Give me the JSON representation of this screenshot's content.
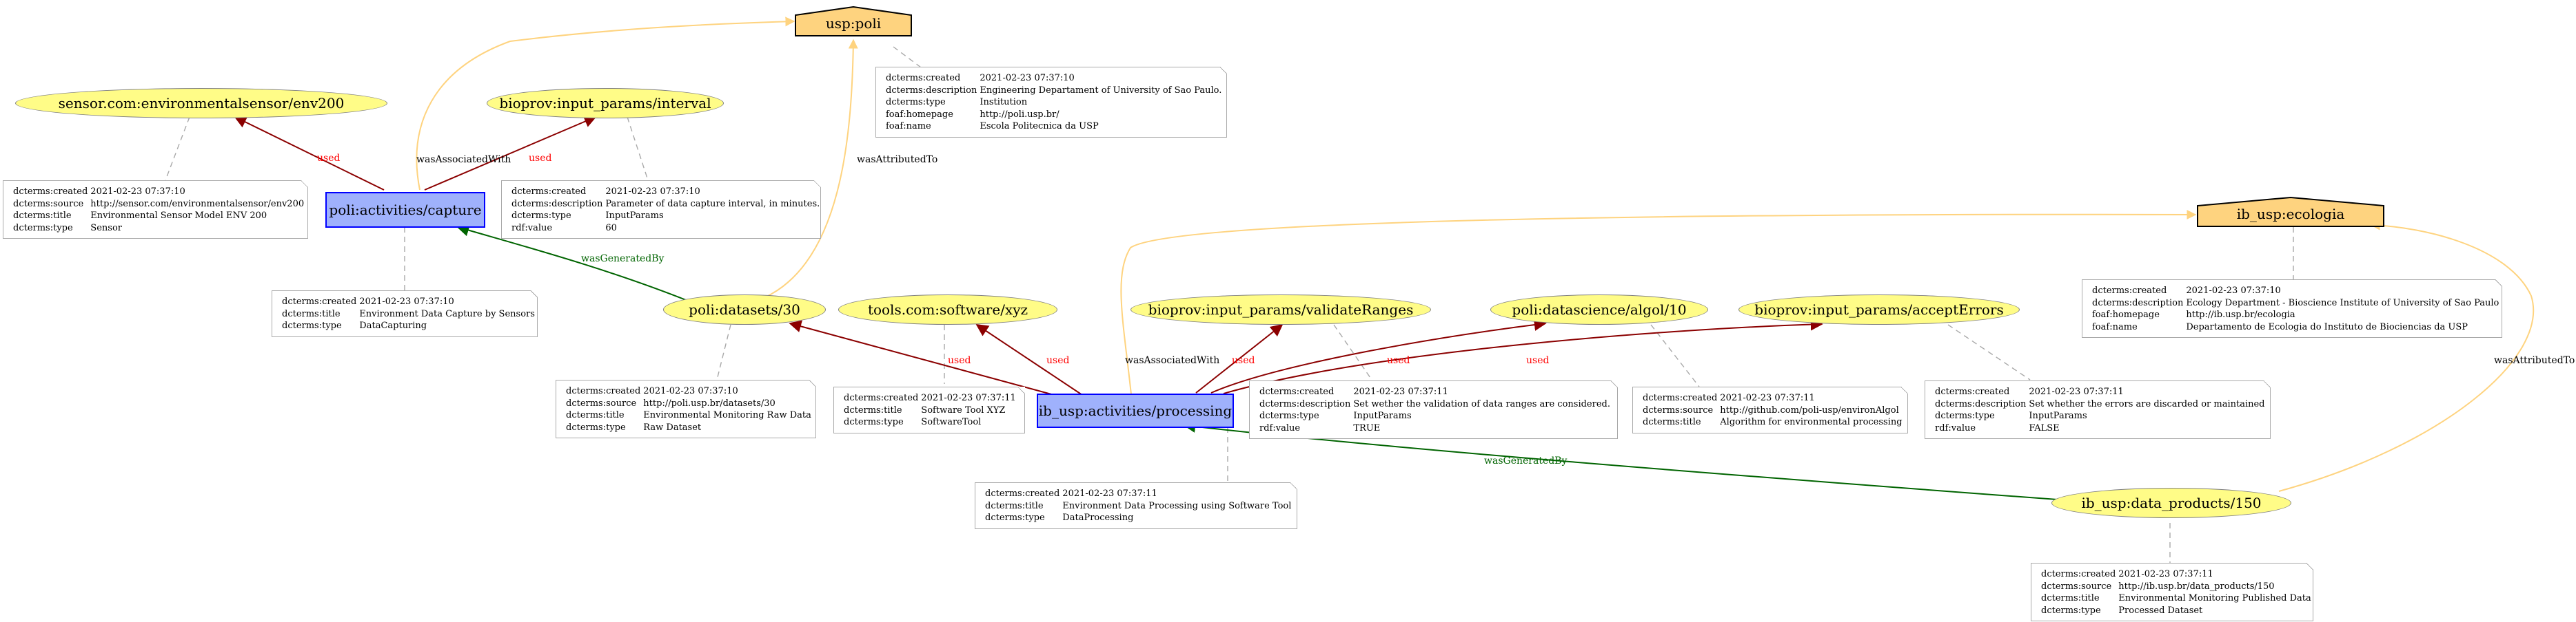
{
  "colors": {
    "entity_fill": "#FFFC87",
    "activity_fill": "#9FB1FC",
    "activity_border": "#0000FF",
    "agent_fill": "#FED37F",
    "used_edge": "#8B0000",
    "generated_edge": "#006400",
    "association_edge": "#FED37F",
    "note_border": "#A9A9A9"
  },
  "nodes": {
    "usp_poli": "usp:poli",
    "sensor_env200": "sensor.com:environmentalsensor/env200",
    "interval": "bioprov:input_params/interval",
    "capture": "poli:activities/capture",
    "datasets30": "poli:datasets/30",
    "software_xyz": "tools.com:software/xyz",
    "validate_ranges": "bioprov:input_params/validateRanges",
    "algol10": "poli:datascience/algol/10",
    "accept_errors": "bioprov:input_params/acceptErrors",
    "ecologia": "ib_usp:ecologia",
    "processing": "ib_usp:activities/processing",
    "data_products150": "ib_usp:data_products/150"
  },
  "edge_labels": {
    "used": "used",
    "was_generated_by": "wasGeneratedBy",
    "was_associated_with": "wasAssociatedWith",
    "was_attributed_to": "wasAttributedTo"
  },
  "notes": {
    "usp_poli": [
      [
        "dcterms:created",
        "2021-02-23 07:37:10"
      ],
      [
        "dcterms:description",
        "Engineering Departament of University of Sao Paulo."
      ],
      [
        "dcterms:type",
        "Institution"
      ],
      [
        "foaf:homepage",
        "http://poli.usp.br/"
      ],
      [
        "foaf:name",
        "Escola Politecnica da USP"
      ]
    ],
    "sensor_env200": [
      [
        "dcterms:created",
        "2021-02-23 07:37:10"
      ],
      [
        "dcterms:source",
        "http://sensor.com/environmentalsensor/env200"
      ],
      [
        "dcterms:title",
        "Environmental Sensor Model ENV 200"
      ],
      [
        "dcterms:type",
        "Sensor"
      ]
    ],
    "interval": [
      [
        "dcterms:created",
        "2021-02-23 07:37:10"
      ],
      [
        "dcterms:description",
        "Parameter of data capture interval, in minutes."
      ],
      [
        "dcterms:type",
        "InputParams"
      ],
      [
        "rdf:value",
        "60"
      ]
    ],
    "capture": [
      [
        "dcterms:created",
        "2021-02-23 07:37:10"
      ],
      [
        "dcterms:title",
        "Environment Data Capture by Sensors"
      ],
      [
        "dcterms:type",
        "DataCapturing"
      ]
    ],
    "datasets30": [
      [
        "dcterms:created",
        "2021-02-23 07:37:10"
      ],
      [
        "dcterms:source",
        "http://poli.usp.br/datasets/30"
      ],
      [
        "dcterms:title",
        "Environmental Monitoring Raw Data"
      ],
      [
        "dcterms:type",
        "Raw Dataset"
      ]
    ],
    "software_xyz": [
      [
        "dcterms:created",
        "2021-02-23 07:37:11"
      ],
      [
        "dcterms:title",
        "Software Tool XYZ"
      ],
      [
        "dcterms:type",
        "SoftwareTool"
      ]
    ],
    "validate_ranges": [
      [
        "dcterms:created",
        "2021-02-23 07:37:11"
      ],
      [
        "dcterms:description",
        "Set wether the validation of data ranges are considered."
      ],
      [
        "dcterms:type",
        "InputParams"
      ],
      [
        "rdf:value",
        "TRUE"
      ]
    ],
    "algol10": [
      [
        "dcterms:created",
        "2021-02-23 07:37:11"
      ],
      [
        "dcterms:source",
        "http://github.com/poli-usp/environAlgol"
      ],
      [
        "dcterms:title",
        "Algorithm for environmental processing"
      ]
    ],
    "accept_errors": [
      [
        "dcterms:created",
        "2021-02-23 07:37:11"
      ],
      [
        "dcterms:description",
        "Set whether the errors are discarded or maintained"
      ],
      [
        "dcterms:type",
        "InputParams"
      ],
      [
        "rdf:value",
        "FALSE"
      ]
    ],
    "ecologia": [
      [
        "dcterms:created",
        "2021-02-23 07:37:10"
      ],
      [
        "dcterms:description",
        "Ecology Department - Bioscience Institute of University of Sao Paulo"
      ],
      [
        "foaf:homepage",
        "http://ib.usp.br/ecologia"
      ],
      [
        "foaf:name",
        "Departamento de Ecologia do Instituto de Biociencias da USP"
      ]
    ],
    "processing": [
      [
        "dcterms:created",
        "2021-02-23 07:37:11"
      ],
      [
        "dcterms:title",
        "Environment Data Processing using Software Tool"
      ],
      [
        "dcterms:type",
        "DataProcessing"
      ]
    ],
    "data_products150": [
      [
        "dcterms:created",
        "2021-02-23 07:37:11"
      ],
      [
        "dcterms:source",
        "http://ib.usp.br/data_products/150"
      ],
      [
        "dcterms:title",
        "Environmental Monitoring Published Data"
      ],
      [
        "dcterms:type",
        "Processed Dataset"
      ]
    ]
  }
}
